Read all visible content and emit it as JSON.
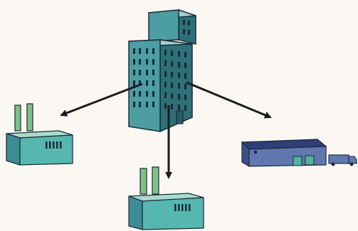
{
  "diagram": {
    "nodes": [
      {
        "id": "headquarters",
        "kind": "office-building"
      },
      {
        "id": "factory-left",
        "kind": "factory"
      },
      {
        "id": "factory-bottom",
        "kind": "factory"
      },
      {
        "id": "warehouse",
        "kind": "warehouse-with-truck"
      }
    ],
    "edges": [
      {
        "from": "headquarters",
        "to": "factory-left"
      },
      {
        "from": "headquarters",
        "to": "factory-bottom"
      },
      {
        "from": "headquarters",
        "to": "warehouse"
      }
    ]
  },
  "colors": {
    "background": "#fbf8f3",
    "building_front": "#4c9ea2",
    "building_side": "#2e6f78",
    "building_top": "#9fd3c6",
    "factory_front": "#55b7b0",
    "factory_roof": "#a9dccd",
    "chimney": "#7fc08a",
    "warehouse_front": "#6077b0",
    "warehouse_roof": "#2f3f78",
    "door": "#52b59a",
    "outline": "#1a2a38",
    "arrow": "#1d1d1d"
  }
}
